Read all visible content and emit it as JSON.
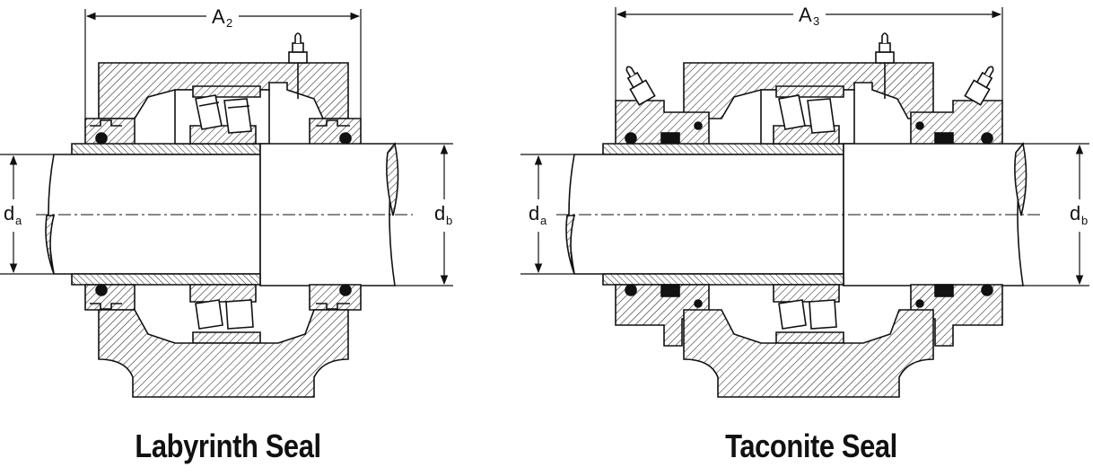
{
  "diagrams": [
    {
      "caption": "Labyrinth Seal",
      "width_dim": {
        "letter": "A",
        "sub": "2"
      },
      "left_dim": {
        "letter": "d",
        "sub": "a"
      },
      "right_dim": {
        "letter": "d",
        "sub": "b"
      }
    },
    {
      "caption": "Taconite Seal",
      "width_dim": {
        "letter": "A",
        "sub": "3"
      },
      "left_dim": {
        "letter": "d",
        "sub": "a"
      },
      "right_dim": {
        "letter": "d",
        "sub": "b"
      }
    }
  ]
}
